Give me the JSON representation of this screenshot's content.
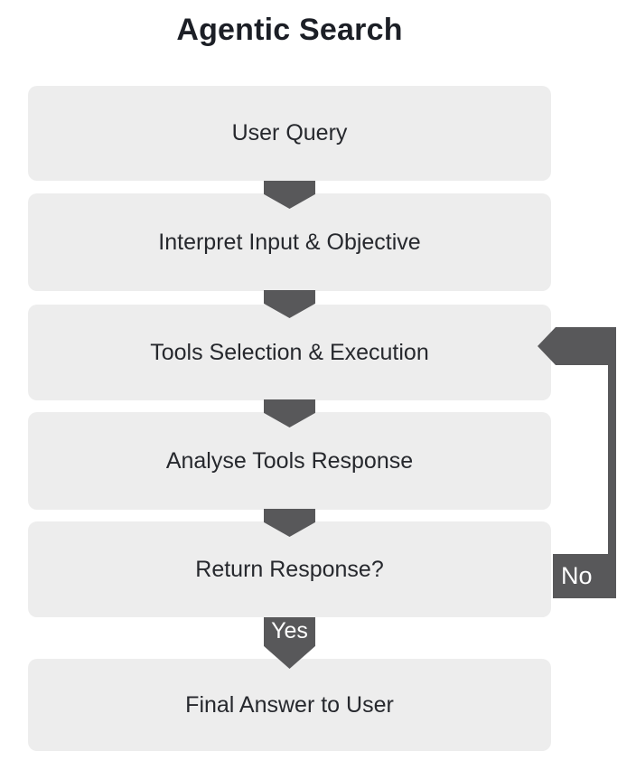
{
  "title": "Agentic Search",
  "flow": {
    "nodes": [
      {
        "id": "user-query",
        "label": "User Query"
      },
      {
        "id": "interpret-input-objective",
        "label": "Interpret Input & Objective"
      },
      {
        "id": "tools-selection-execution",
        "label": "Tools Selection & Execution"
      },
      {
        "id": "analyse-tools-response",
        "label": "Analyse Tools Response"
      },
      {
        "id": "return-response",
        "label": "Return Response?"
      },
      {
        "id": "final-answer-to-user",
        "label": "Final Answer to User"
      }
    ],
    "decision": {
      "yes_label": "Yes",
      "yes_to": "final-answer-to-user",
      "no_label": "No",
      "no_to": "tools-selection-execution"
    }
  },
  "colors": {
    "background": "#FFFFFF",
    "node_fill": "#EDEDED",
    "node_text": "#26282D",
    "arrow_fill": "#58585A",
    "edge_label_text": "#FFFFFF",
    "title_text": "#1C1F26"
  }
}
